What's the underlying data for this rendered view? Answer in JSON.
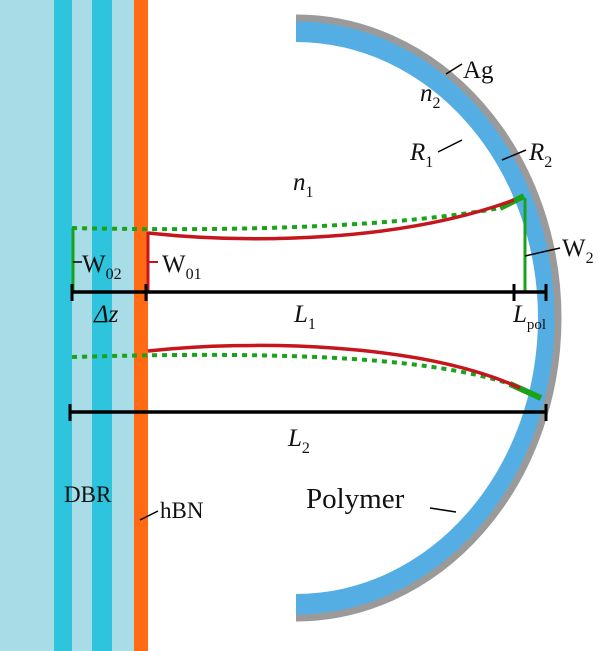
{
  "labels": {
    "ag": "Ag",
    "n2": "n",
    "n2_sub": "2",
    "r1": "R",
    "r1_sub": "1",
    "r2": "R",
    "r2_sub": "2",
    "n1": "n",
    "n1_sub": "1",
    "w02": "W",
    "w02_sub": "02",
    "w01": "W",
    "w01_sub": "01",
    "w2": "W",
    "w2_sub": "2",
    "dz": "Δz",
    "l1": "L",
    "l1_sub": "1",
    "lpol": "L",
    "lpol_sub": "pol",
    "l2": "L",
    "l2_sub": "2",
    "dbr": "DBR",
    "hbn": "hBN",
    "polymer": "Polymer"
  },
  "colors": {
    "dbr_light": "#a8dce6",
    "dbr_dark": "#2ec4de",
    "hbn": "#ff6a13",
    "polymer": "#55aee3",
    "silver": "#9a9a9a",
    "mode_red": "#c4161c",
    "mode_green": "#1aa31a",
    "black": "#000000"
  }
}
